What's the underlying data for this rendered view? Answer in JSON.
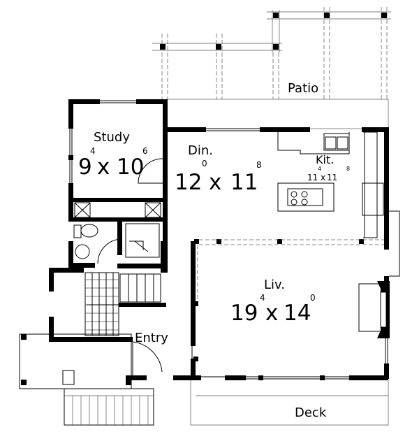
{
  "rooms": {
    "patio": {
      "name": "Patio"
    },
    "study": {
      "name": "Study",
      "w": "9",
      "w_in": "4",
      "x": "x",
      "l": "10",
      "l_in": "6"
    },
    "dining": {
      "name": "Din.",
      "w": "12",
      "w_in": "0",
      "x": "x",
      "l": "11",
      "l_in": "8"
    },
    "kitchen": {
      "name": "Kit.",
      "w": "11",
      "w_in": "4",
      "x": "x",
      "l": "11",
      "l_in": "8"
    },
    "living": {
      "name": "Liv.",
      "w": "19",
      "w_in": "4",
      "x": "x",
      "l": "14",
      "l_in": "0"
    },
    "entry": {
      "name": "Entry"
    },
    "deck": {
      "name": "Deck"
    }
  }
}
